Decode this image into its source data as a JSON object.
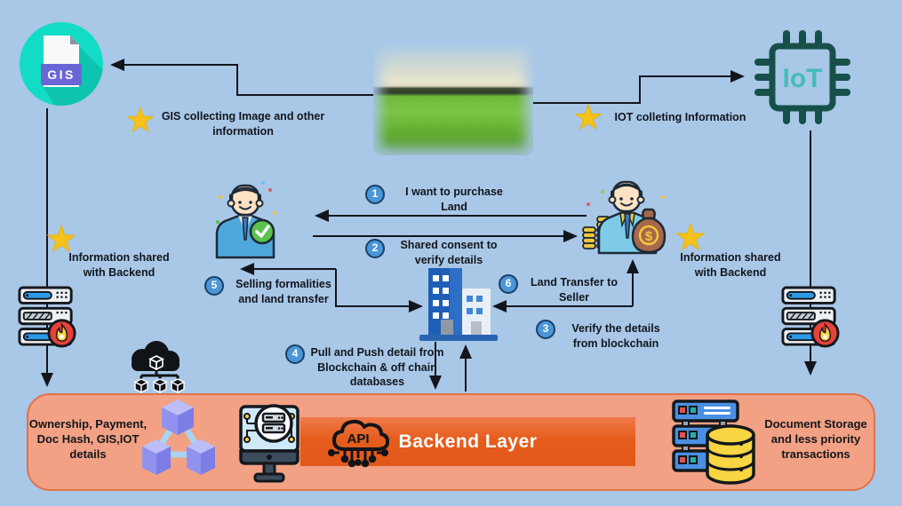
{
  "nodes": {
    "gis": {
      "label": "GIS"
    },
    "iot": {
      "label": "IoT"
    }
  },
  "captions": {
    "gis_collecting": "GIS collecting Image and other information",
    "iot_collecting": "IOT colleting Information",
    "info_shared_left": "Information shared with Backend",
    "info_shared_right": "Information shared with Backend"
  },
  "steps": [
    {
      "num": "1",
      "label": "I want to purchase Land"
    },
    {
      "num": "2",
      "label": "Shared consent to verify details"
    },
    {
      "num": "3",
      "label": "Verify the details from blockchain"
    },
    {
      "num": "4",
      "label": "Pull and Push detail from Blockchain & off chain databases"
    },
    {
      "num": "5",
      "label": "Selling formalities and land transfer"
    },
    {
      "num": "6",
      "label": "Land Transfer to Seller"
    }
  ],
  "band": {
    "left_text": "Ownership, Payment, Doc Hash, GIS,IOT details",
    "backend_label": "Backend Layer",
    "right_text": "Document Storage and less priority transactions"
  },
  "icons": {
    "api_label": "API",
    "dollar": "$",
    "gis_file_icon": "teal circle with document labeled GIS",
    "iot_chip_icon": "microchip with IoT label",
    "buyer_person_icon": "buyer with verified badge",
    "seller_person_icon": "seller with coins and money bag",
    "server_fire_icon": "server rack with flame badge",
    "registry_building_icon": "office building",
    "blockchain_cloud_icon": "cloud with linked cubes",
    "cube_triangle_icon": "three linked blockchain cubes",
    "monitor_server_icon": "monitor with server nodes",
    "database_storage_icon": "server rack with database cylinder",
    "star_icon": "gold star bullet"
  },
  "colors": {
    "background": "#a9c7e7",
    "band_fill": "#f2a184",
    "band_border": "#e0724a",
    "backend_bar": "#e55d1d",
    "step_badge": "#4a96d8",
    "star": "#f5c21b",
    "gis_teal": "#12dcc6",
    "iot_dark_teal": "#17504a",
    "building_blue": "#1e5fb5"
  }
}
